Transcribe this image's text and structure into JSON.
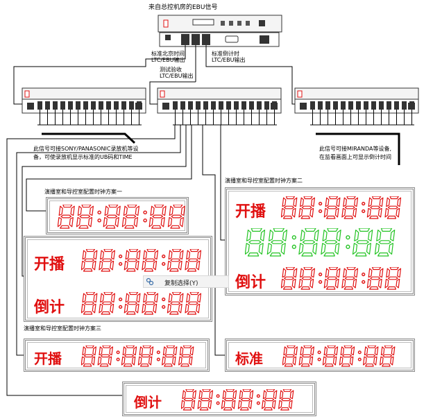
{
  "labels": {
    "top_source": "来自总控机房的EBU信号",
    "out_beijing_1": "标准北京时间",
    "out_beijing_2": "LTC/EBU输出",
    "out_test_1": "测试验收",
    "out_test_2": "LTC/EBU输出",
    "out_count_1": "标准倒计时",
    "out_count_2": "LTC/EBU输出",
    "left_note_1": "此信号可接SONY/PANASONIC录放机等设",
    "left_note_2": "备，可使录放机显示标准的UB码和TIME",
    "right_note_1": "此信号可接MIRANDA等设备,",
    "right_note_2": "在监看画面上可显示倒计时间",
    "scheme1": "演播室和导控室配置时钟方案一",
    "scheme2": "演播室和导控室配置时钟方案二",
    "scheme3": "演播室和导控室配置时钟方案三"
  },
  "panels": {
    "start": "开播",
    "countdown": "倒计",
    "standard": "标准",
    "digits": "88:88:88"
  },
  "context_menu": {
    "copy_label": "复制选择(Y)"
  },
  "colors": {
    "segment_red": "#e01010",
    "segment_green": "#22c322",
    "board_border": "#8a8a8a"
  }
}
